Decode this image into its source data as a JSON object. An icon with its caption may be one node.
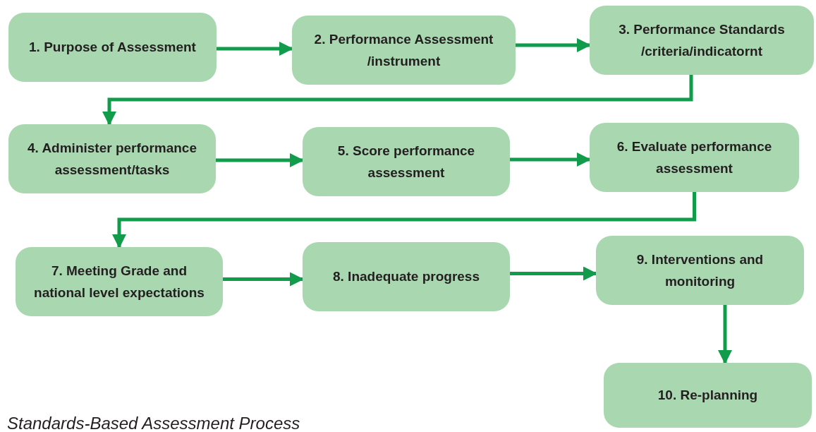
{
  "diagram": {
    "caption": "Standards-Based Assessment Process",
    "nodes": [
      {
        "text": [
          "1. Purpose of Assessment"
        ]
      },
      {
        "text": [
          "2. Performance Assessment /instrument"
        ]
      },
      {
        "text": [
          "3. Performance Standards /criteria/indicatornt"
        ]
      },
      {
        "text": [
          "4. Administer performance assessment/tasks"
        ]
      },
      {
        "text": [
          "5. Score performance assessment"
        ]
      },
      {
        "text": [
          "6. Evaluate performance assessment"
        ]
      },
      {
        "text": [
          "7. Meeting Grade and national level expectations"
        ]
      },
      {
        "text": [
          "8. Inadequate progress"
        ]
      },
      {
        "text": [
          "9. Interventions and monitoring"
        ]
      },
      {
        "text": [
          "10. Re-planning"
        ]
      }
    ],
    "edges": [
      {
        "from": 0,
        "to": 1,
        "arrow": "to"
      },
      {
        "from": 1,
        "to": 2,
        "arrow": "to"
      },
      {
        "from": 2,
        "to": 3,
        "arrow": "to"
      },
      {
        "from": 3,
        "to": 4,
        "arrow": "to"
      },
      {
        "from": 4,
        "to": 5,
        "arrow": "to"
      },
      {
        "from": 5,
        "to": 6,
        "arrow": "to"
      },
      {
        "from": 6,
        "to": 7,
        "arrow": "to"
      },
      {
        "from": 7,
        "to": 8,
        "arrow": "to"
      },
      {
        "from": 8,
        "to": 9,
        "arrow": "to"
      }
    ]
  }
}
